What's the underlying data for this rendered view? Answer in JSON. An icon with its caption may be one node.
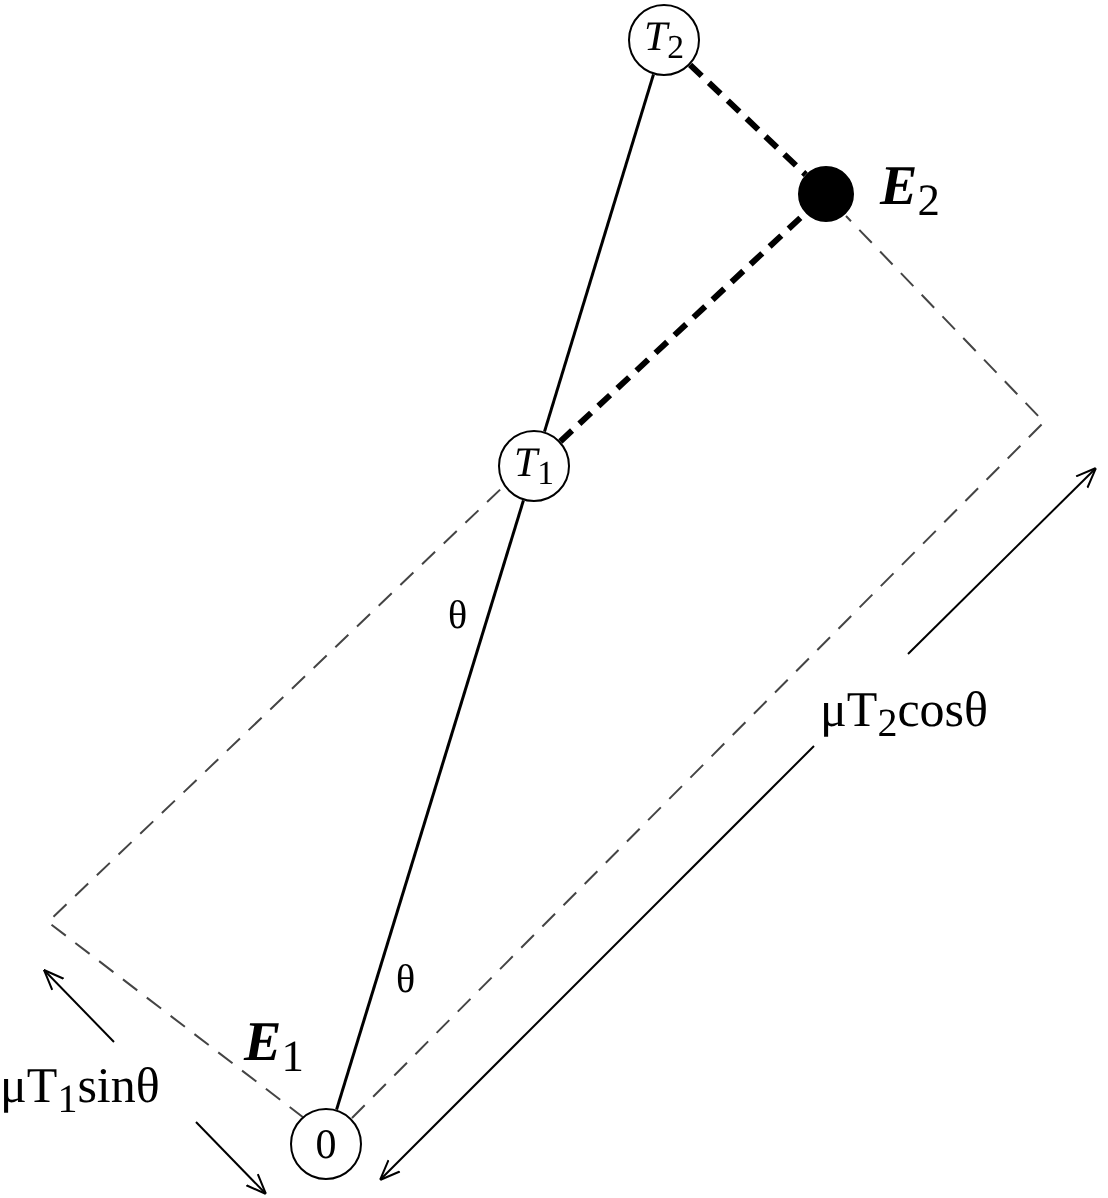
{
  "diagram": {
    "nodes": [
      {
        "text": [
          "*T*$_{2}$"
        ]
      },
      {
        "text": [],
        "shape": "circle",
        "beside": [
          "**E**$_{2}$"
        ]
      },
      {
        "text": [
          "*T*$_{1}$"
        ]
      },
      {
        "text": [
          "0"
        ],
        "beside": [
          "**E**$_{1}$"
        ]
      }
    ],
    "edges": [
      {
        "from": 3,
        "to": 2,
        "arrow": "none"
      },
      {
        "from": 2,
        "to": 0,
        "arrow": "none"
      },
      {
        "from": 2,
        "to": 1,
        "arrow": "none",
        "style": "dashed"
      },
      {
        "from": 0,
        "to": 1,
        "arrow": "none",
        "style": "dashed"
      }
    ],
    "labels": [
      "θ",
      "θ",
      "μT$_{2}$cosθ",
      "μT$_{1}$sinθ"
    ]
  }
}
